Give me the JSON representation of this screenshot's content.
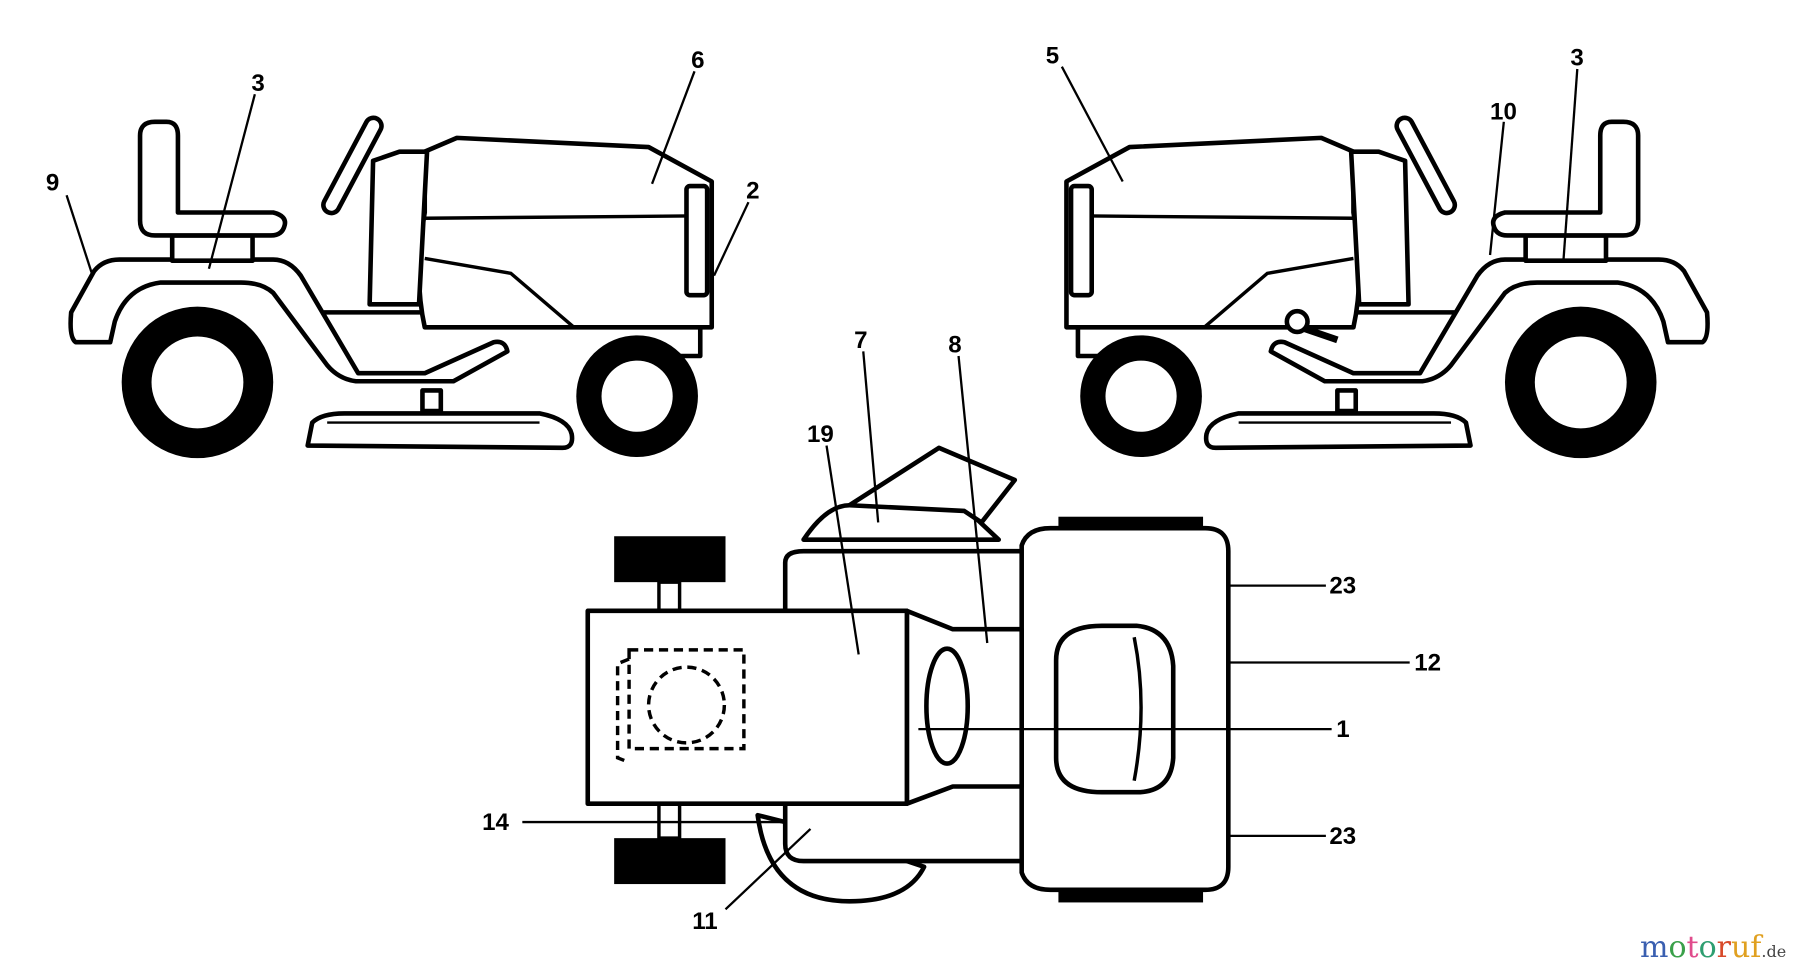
{
  "diagram": {
    "left_view_labels": {
      "rear_fender": "9",
      "seat_area": "3",
      "hood": "6",
      "grille": "2"
    },
    "right_view_labels": {
      "hood": "5",
      "fender": "3",
      "frame": "10"
    },
    "top_view_labels": {
      "dash": "7",
      "console": "8",
      "hood_top": "19",
      "rear_right_top": "23",
      "rear_panel": "12",
      "center": "1",
      "rear_right_bottom": "23",
      "side": "14",
      "deck": "11"
    }
  },
  "watermark": {
    "brand": "motoruf",
    "suffix": ".de",
    "colors": [
      "#3a5fb0",
      "#3aa04a",
      "#e04c8c",
      "#2e9e70",
      "#d84a2a",
      "#e0a020"
    ]
  }
}
